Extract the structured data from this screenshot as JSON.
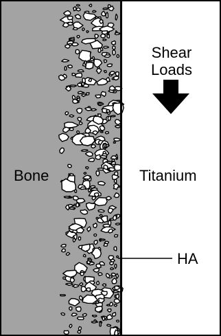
{
  "labels": {
    "bone": "Bone",
    "titanium": "Titanium",
    "shear_line1": "Shear",
    "shear_line2": "Loads",
    "ha": "HA"
  },
  "colors": {
    "bone_fill": "#a3a3a3",
    "titanium_fill": "#ffffff",
    "frame": "#000000",
    "arrow": "#000000",
    "particle_fill": "#ffffff",
    "particle_stroke": "#000000"
  },
  "icons": {
    "arrow": "down-arrow-icon"
  }
}
